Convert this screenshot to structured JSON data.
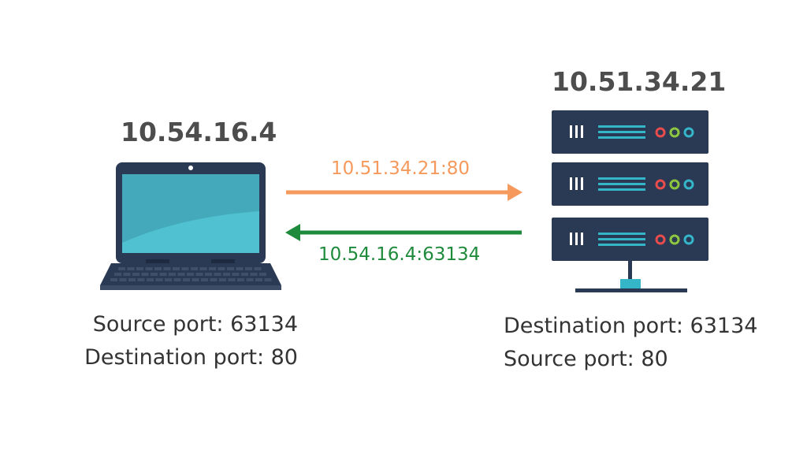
{
  "client": {
    "ip": "10.54.16.4",
    "ports": [
      "Source port: 63134",
      "Destination port: 80"
    ]
  },
  "server": {
    "ip": "10.51.34.21",
    "ports": [
      "Destination port: 63134",
      "Source port: 80"
    ]
  },
  "request": {
    "label": "10.51.34.21:80",
    "color": "#f5995c"
  },
  "response": {
    "label": "10.54.16.4:63134",
    "color": "#1e8a3c"
  },
  "colors": {
    "device_dark": "#2a3a55",
    "screen": "#4fc1d1",
    "led_red": "#e84c4c",
    "led_green": "#8cc63f",
    "led_teal": "#35b6c8"
  }
}
